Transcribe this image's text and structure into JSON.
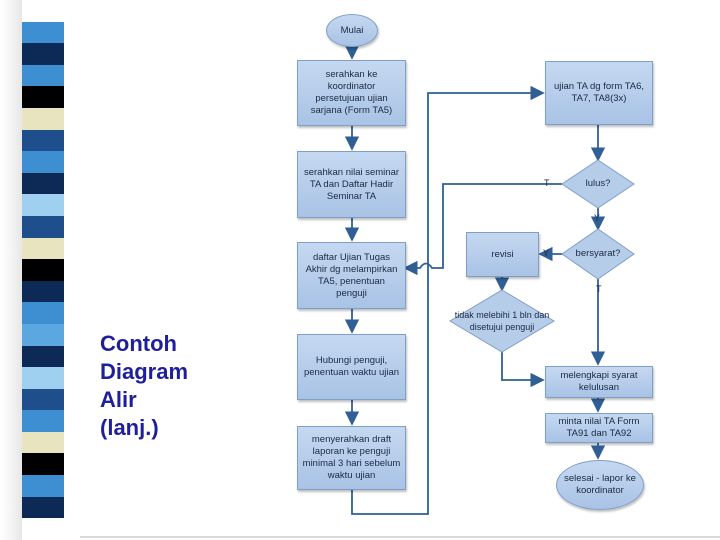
{
  "slide": {
    "title": "Contoh\nDiagram\nAlir\n(lanj.)",
    "stripe_colors": [
      "#ffffff",
      "#3e8fd1",
      "#0d2a57",
      "#3e8fd1",
      "#000000",
      "#e8e4c0",
      "#1f4e8c",
      "#3e8fd1",
      "#0d2a57",
      "#9fd0ef",
      "#1f4e8c",
      "#e8e4c0",
      "#000000",
      "#0d2a57",
      "#3e8fd1",
      "#5ba7e0",
      "#0d2a57",
      "#9fd0ef",
      "#1f4e8c",
      "#3e8fd1",
      "#e8e4c0",
      "#000000",
      "#3e8fd1",
      "#0d2a57",
      "#ffffff"
    ]
  },
  "flow": {
    "start": "Mulai",
    "step1": "serahkan ke koordinator persetujuan ujian sarjana (Form TA5)",
    "step2": "serahkan nilai seminar TA dan Daftar Hadir Seminar TA",
    "step3": "daftar Ujian Tugas Akhir dg melampirkan TA5, penentuan penguji",
    "step4": "Hubungi penguji, penentuan waktu ujian",
    "step5": "menyerahkan draft laporan ke penguji minimal 3 hari sebelum waktu ujian",
    "exam": "ujian TA dg form TA6, TA7, TA8(3x)",
    "decision_pass": "lulus?",
    "decision_cond": "bersyarat?",
    "revision": "revisi",
    "decision_time": "tidak melebihi 1 bln dan disetujui penguji",
    "complete": "melengkapi syarat kelulusan",
    "request_grade": "minta nilai TA Form TA91 dan TA92",
    "end": "selesai - lapor ke koordinator",
    "label_t": "T",
    "label_y": "Y"
  }
}
